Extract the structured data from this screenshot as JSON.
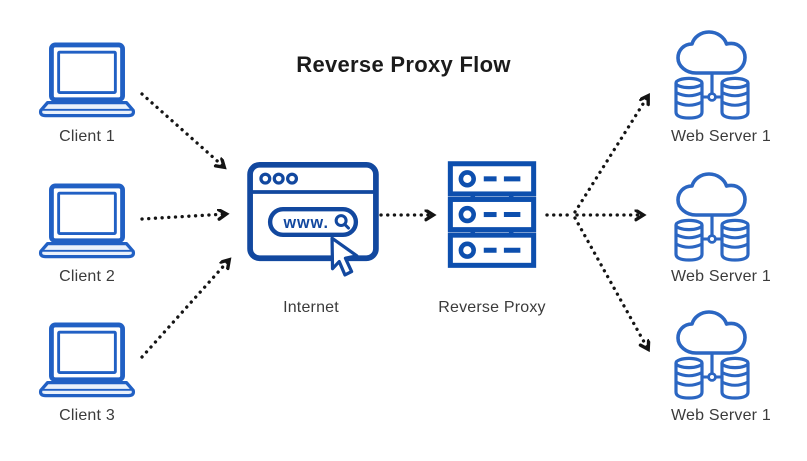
{
  "title": "Reverse Proxy Flow",
  "colors": {
    "laptop": "#2160c4",
    "browser": "#12489f",
    "server": "#0d4fae",
    "webserver": "#2b66c2",
    "arrow": "#141414",
    "label": "#3b3b3b",
    "heading": "#1b1b1b",
    "canvas": "#ffffff"
  },
  "nodes": {
    "clients": [
      {
        "label": "Client 1"
      },
      {
        "label": "Client 2"
      },
      {
        "label": "Client 3"
      }
    ],
    "internet": {
      "label": "Internet",
      "address_bar_text": "www."
    },
    "reverse_proxy": {
      "label": "Reverse Proxy"
    },
    "web_servers": [
      {
        "label": "Web Server 1"
      },
      {
        "label": "Web Server 1"
      },
      {
        "label": "Web Server 1"
      }
    ]
  },
  "icons": {
    "client": "laptop-icon",
    "internet": "browser-window-icon",
    "internet_extras": [
      "window-dots-icon",
      "address-bar",
      "search-icon",
      "cursor-icon"
    ],
    "reverse_proxy": "server-stack-icon",
    "web_server": "cloud-database-icon"
  },
  "flows": [
    "client1-to-internet",
    "client2-to-internet",
    "client3-to-internet",
    "internet-to-reverse-proxy",
    "reverse-proxy-to-web-server-1",
    "reverse-proxy-to-web-server-2",
    "reverse-proxy-to-web-server-3"
  ]
}
